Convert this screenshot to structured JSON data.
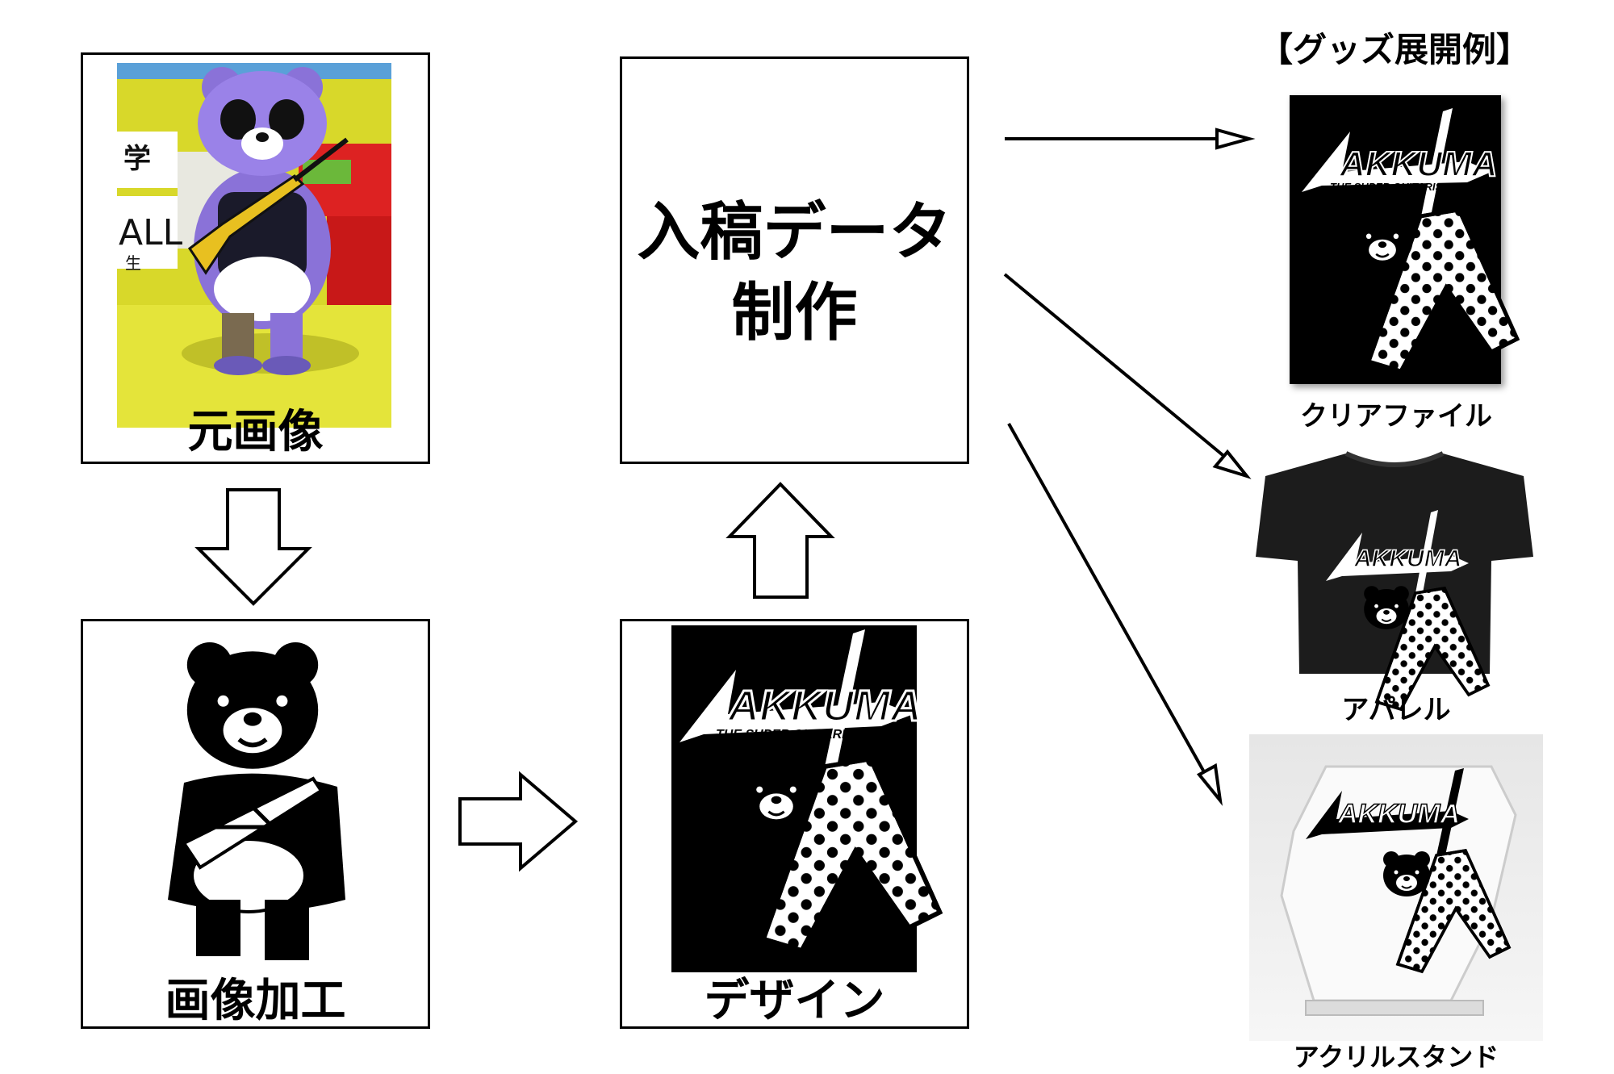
{
  "steps": {
    "original": {
      "label": "元画像",
      "stage_text": "ALL",
      "stage_sub": "生",
      "stage_sign": "学"
    },
    "processing": {
      "label": "画像加工"
    },
    "design": {
      "label": "デザイン"
    },
    "production": {
      "line1": "入稿データ",
      "line2": "制作"
    }
  },
  "goods": {
    "heading": "【グッズ展開例】",
    "items": [
      {
        "label": "クリアファイル"
      },
      {
        "label": "アパレル"
      },
      {
        "label": "アクリルスタンド"
      }
    ]
  },
  "logo": {
    "main": "AKKUMA",
    "sub": "THE SUPER GUITARIST"
  },
  "colors": {
    "stage_yellow": "#d8d82a",
    "mascot_purple": "#8a72d8",
    "black": "#000000",
    "white": "#ffffff"
  }
}
